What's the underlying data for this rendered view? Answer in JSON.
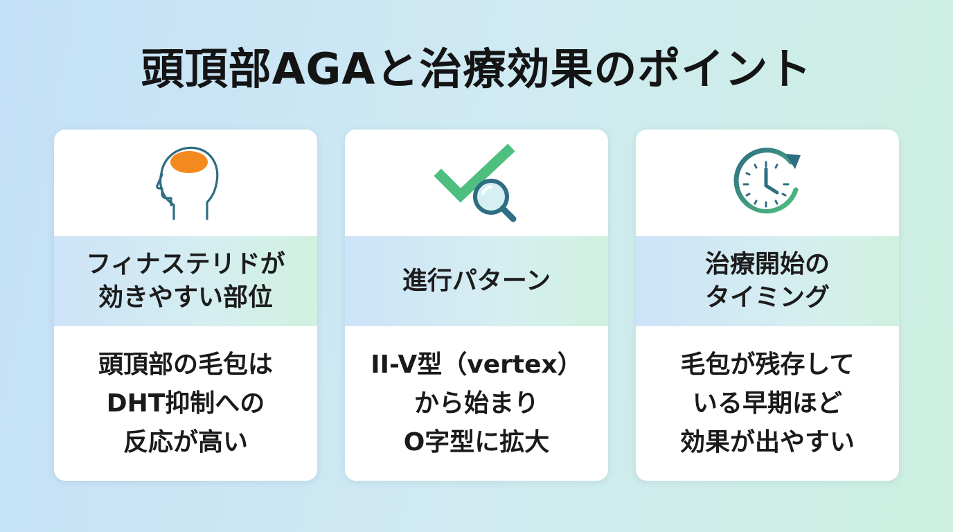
{
  "title": "頭頂部AGAと治療効果のポイント",
  "colors": {
    "accent_orange": "#f28a1e",
    "accent_teal": "#2e6d82",
    "accent_green": "#4fbf7f"
  },
  "cards": [
    {
      "icon": "head-profile-icon",
      "heading_lines": [
        "フィナステリドが",
        "効きやすい部位"
      ],
      "body_lines": [
        "頭頂部の毛包は",
        "DHT抑制への",
        "反応が高い"
      ]
    },
    {
      "icon": "checkmark-magnifier-icon",
      "heading_lines": [
        "進行パターン"
      ],
      "body_lines": [
        "II-V型（vertex）",
        "から始まり",
        "O字型に拡大"
      ]
    },
    {
      "icon": "clock-cycle-icon",
      "heading_lines": [
        "治療開始の",
        "タイミング"
      ],
      "body_lines": [
        "毛包が残存して",
        "いる早期ほど",
        "効果が出やすい"
      ]
    }
  ]
}
